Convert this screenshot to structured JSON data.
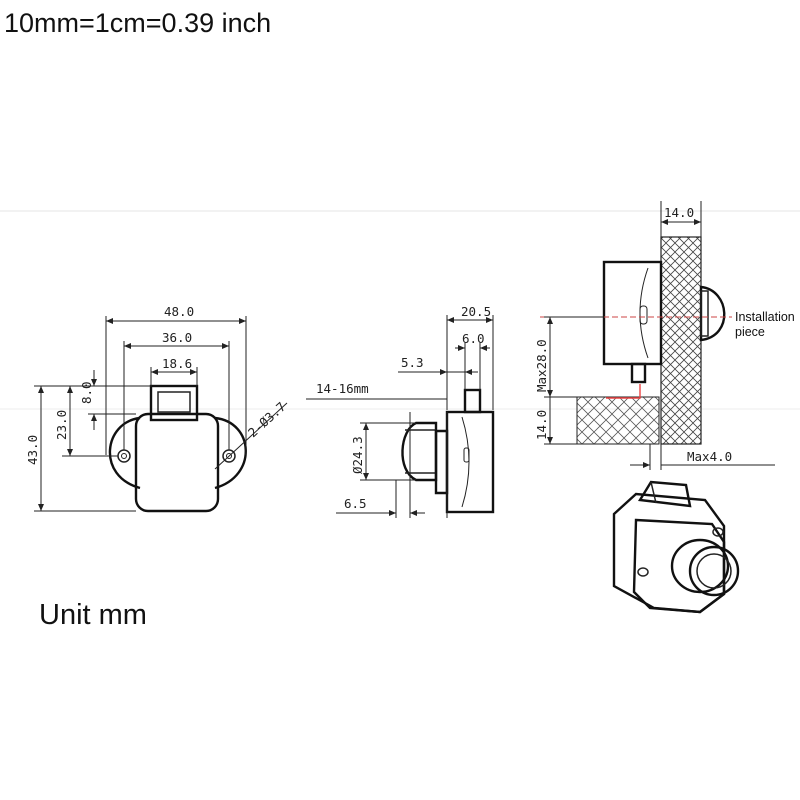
{
  "header": {
    "conversion": "10mm=1cm=0.39 inch"
  },
  "footer": {
    "unit": "Unit mm"
  },
  "front_view": {
    "width_total": "48.0",
    "width_holes": "36.0",
    "width_latch": "18.6",
    "height_total": "43.0",
    "height_center": "23.0",
    "height_latch": "8.0",
    "hole_label": "2-Ø3.7"
  },
  "side_view": {
    "width_body": "20.5",
    "width_bolt": "6.0",
    "bolt_offset": "5.3",
    "panel_thickness": "14-16mm",
    "button_diameter": "Ø24.3",
    "button_depth": "6.5"
  },
  "install_view": {
    "panel_thickness": "14.0",
    "max_height": "Max28.0",
    "shelf_thickness": "14.0",
    "max_gap": "Max4.0",
    "installation_label_1": "Installation",
    "installation_label_2": "piece"
  }
}
